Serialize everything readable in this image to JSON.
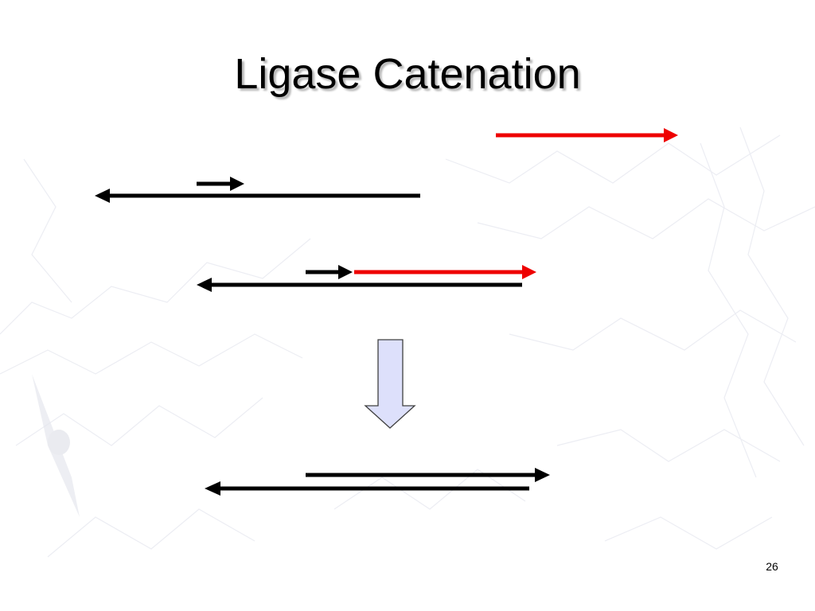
{
  "slide": {
    "title": "Ligase Catenation",
    "page_number": "26"
  },
  "colors": {
    "strand": "#000000",
    "ligated_strand": "#ee0000",
    "down_arrow_fill": "#dde0fb",
    "down_arrow_stroke": "#404040"
  },
  "icons": {
    "down_arrow": "down-block-arrow"
  }
}
